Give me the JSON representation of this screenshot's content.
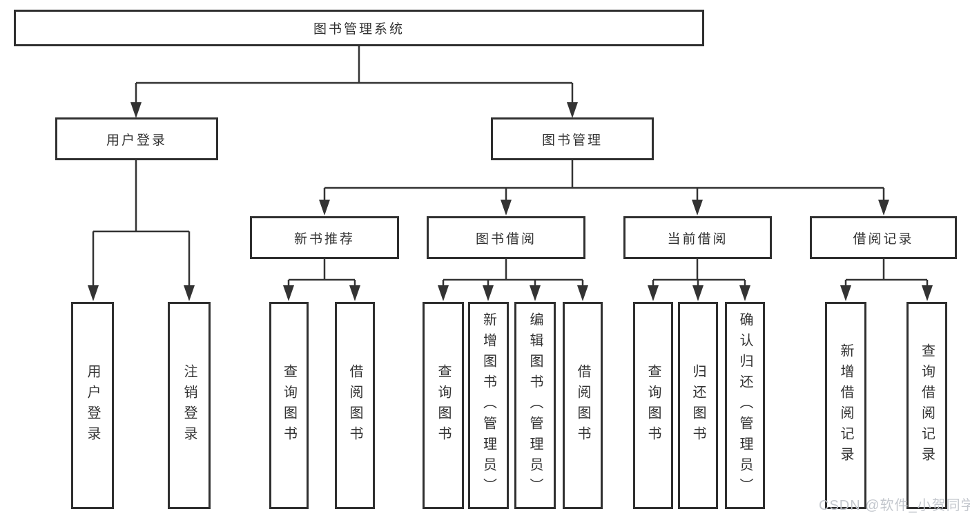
{
  "colors": {
    "line": "#333333",
    "box_border": "#2f2f2f",
    "box_fill": "#ffffff",
    "text": "#333333",
    "watermark": "#c3c7cd"
  },
  "nodes": {
    "root": "图书管理系统",
    "user_login": "用户登录",
    "book_mgmt": "图书管理",
    "new_book_rec": "新书推荐",
    "book_borrow": "图书借阅",
    "current_borrow": "当前借阅",
    "borrow_records": "借阅记录",
    "leaf_user_login": "用户登录",
    "leaf_logout": "注销登录",
    "leaf_nbr_query_books": "查询图书",
    "leaf_nbr_borrow_books": "借阅图书",
    "leaf_bb_query_books": "查询图书",
    "leaf_bb_add_books": "新增图书（管理员）",
    "leaf_bb_edit_books": "编辑图书（管理员）",
    "leaf_bb_borrow_books": "借阅图书",
    "leaf_cb_query_books": "查询图书",
    "leaf_cb_return_books": "归还图书",
    "leaf_cb_confirm_return": "确认归还（管理员）",
    "leaf_br_add_record": "新增借阅记录",
    "leaf_br_query_record": "查询借阅记录"
  },
  "watermark": "CSDN @软件_小贺同学"
}
